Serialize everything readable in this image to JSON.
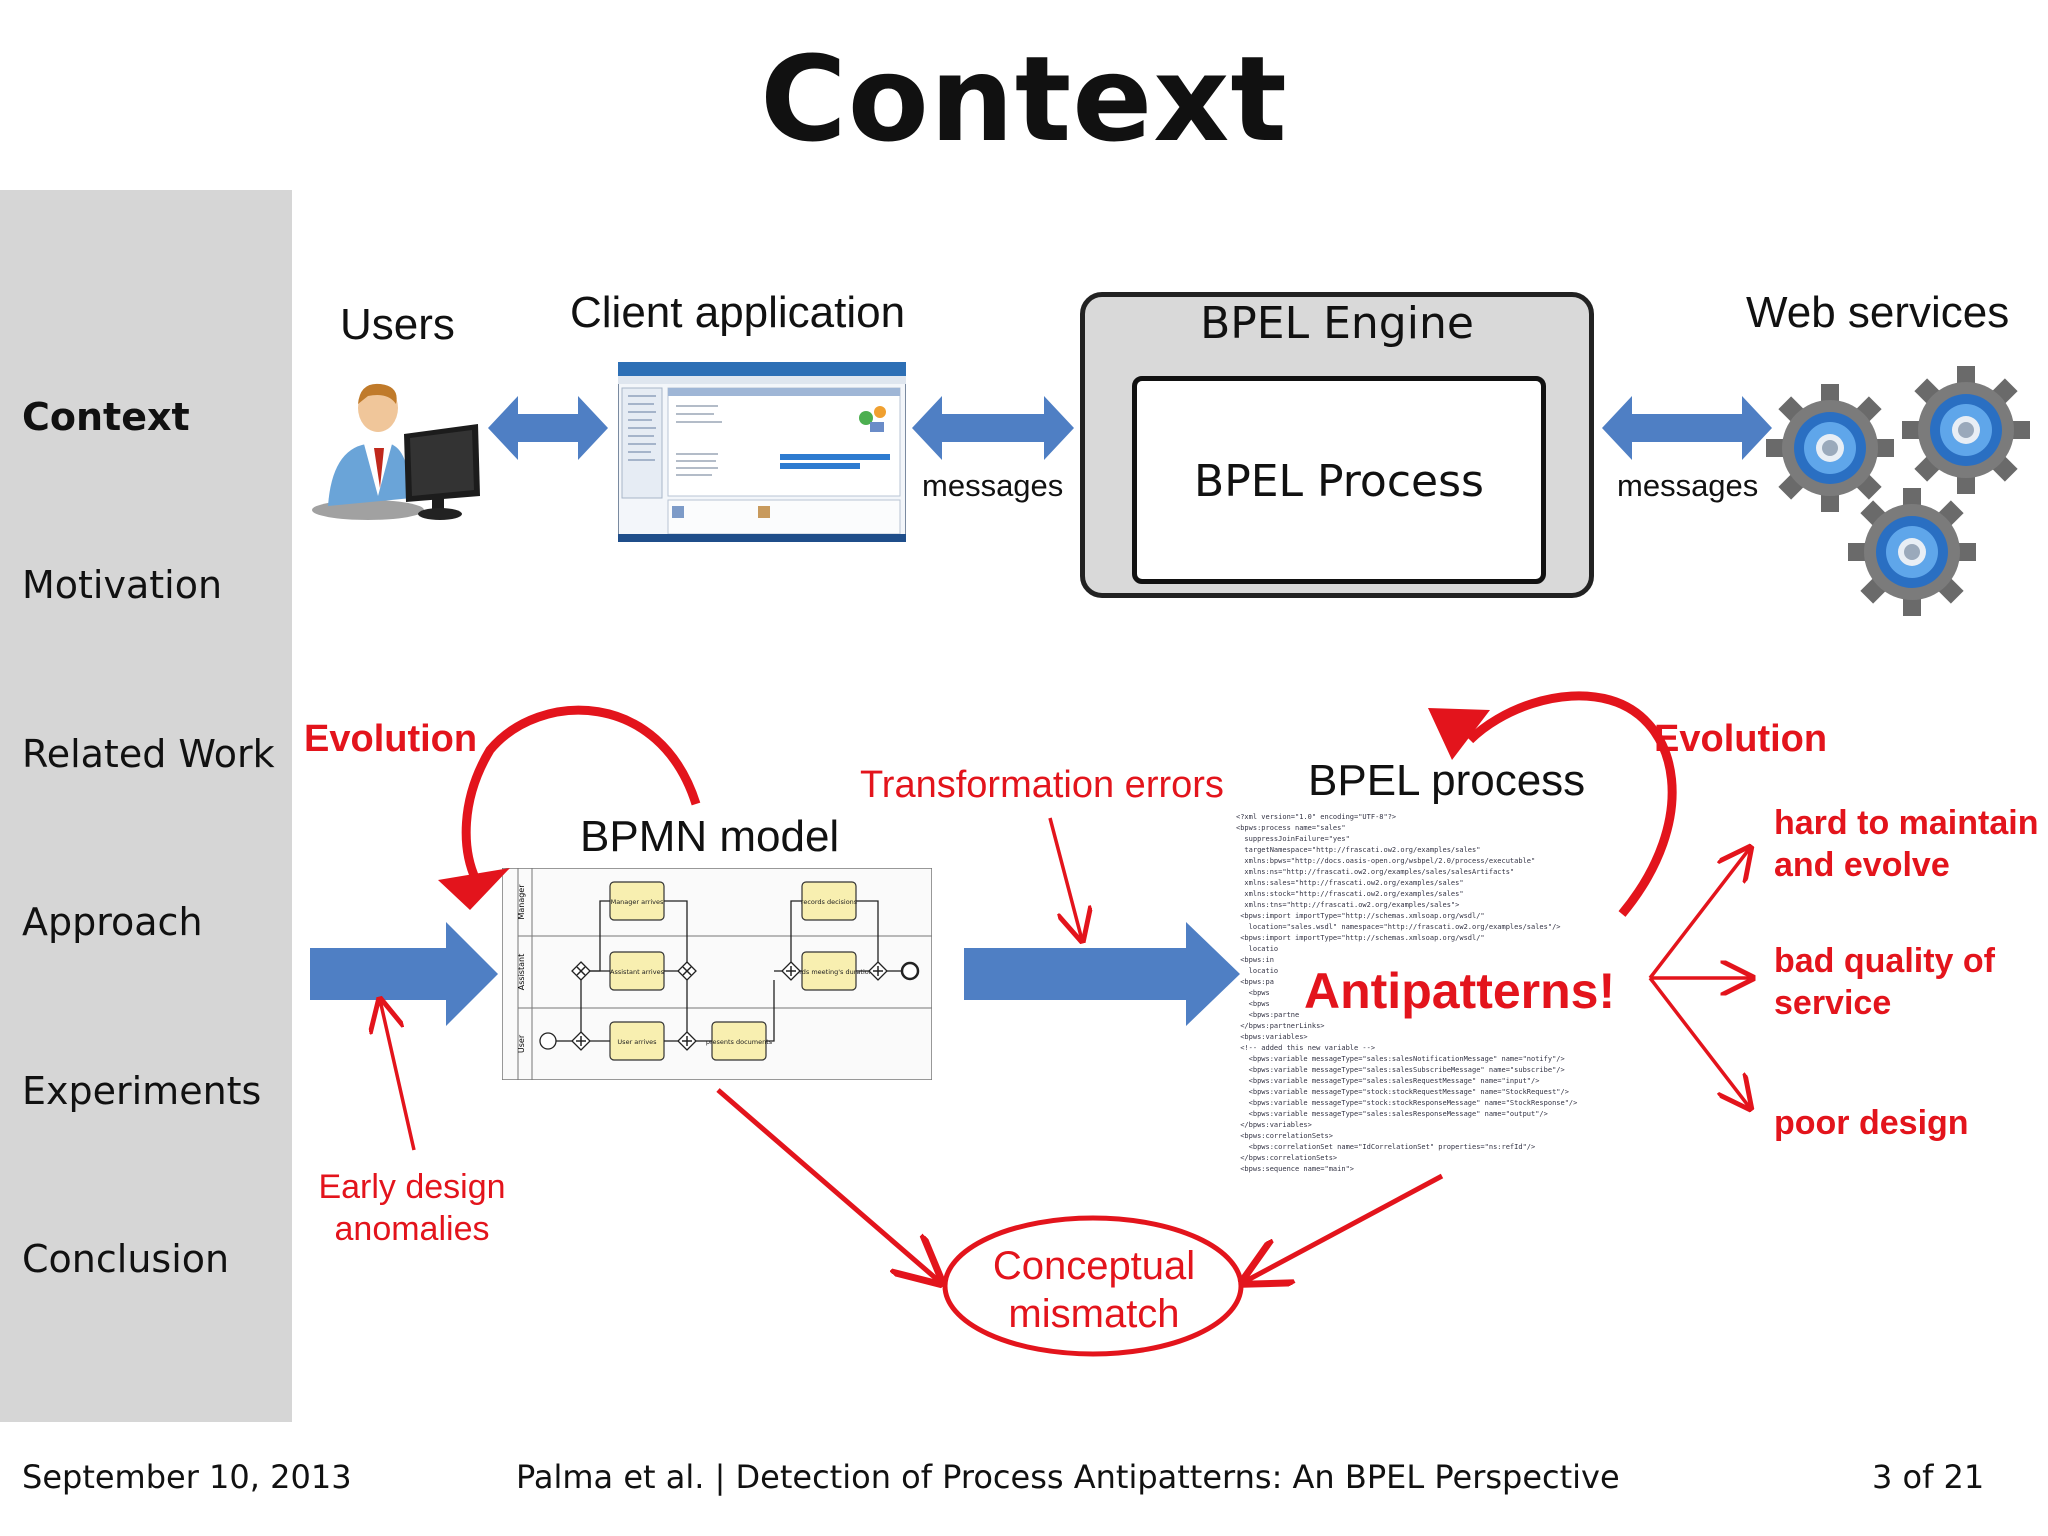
{
  "title": "Context",
  "sidebar": {
    "items": [
      {
        "label": "Context",
        "active": true
      },
      {
        "label": "Motivation",
        "active": false
      },
      {
        "label": "Related Work",
        "active": false
      },
      {
        "label": "Approach",
        "active": false
      },
      {
        "label": "Experiments",
        "active": false
      },
      {
        "label": "Conclusion",
        "active": false
      }
    ]
  },
  "architecture": {
    "users": "Users",
    "client_application": "Client application",
    "bpel_engine": "BPEL Engine",
    "bpel_process": "BPEL Process",
    "web_services": "Web services",
    "messages_left": "messages",
    "messages_right": "messages"
  },
  "lifecycle": {
    "evolution_left": "Evolution",
    "evolution_right": "Evolution",
    "bpmn_model": "BPMN model",
    "transformation_errors": "Transformation errors",
    "bpel_process": "BPEL process",
    "antipatterns": "Antipatterns!",
    "early_design_1": "Early design",
    "early_design_2": "anomalies",
    "conceptual_1": "Conceptual",
    "conceptual_2": "mismatch",
    "effects": [
      "hard to maintain",
      "and evolve",
      "bad quality of",
      "service",
      "poor design"
    ]
  },
  "bpmn": {
    "lanes": [
      "Manager",
      "Assistant",
      "User"
    ],
    "tasks": [
      "Manager arrives",
      "Assistant arrives",
      "User arrives",
      "presents documents",
      "records decisions",
      "records meeting's duration"
    ]
  },
  "colors": {
    "accent_red": "#e3141c",
    "arrow_blue": "#4f7fc4",
    "sidebar": "#d6d6d6"
  },
  "footer": {
    "date": "September 10, 2013",
    "center": "Palma et al. | Detection of Process Antipatterns: An BPEL Perspective",
    "page": "3 of 21"
  }
}
